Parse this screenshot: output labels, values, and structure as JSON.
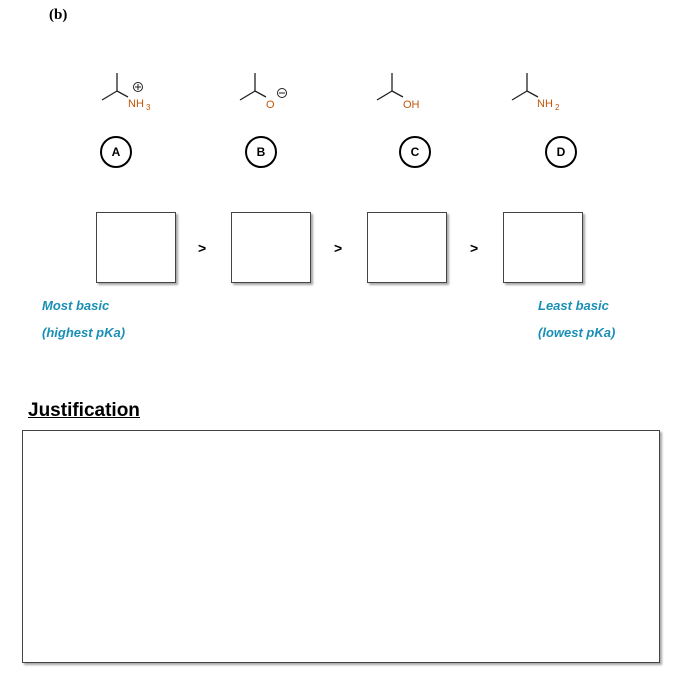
{
  "part_label": "(b)",
  "molecules": [
    {
      "letter": "A",
      "group_label": "NH",
      "group_sub": "3",
      "charge": "plus"
    },
    {
      "letter": "B",
      "group_label": "O",
      "group_sub": "",
      "charge": "minus"
    },
    {
      "letter": "C",
      "group_label": "OH",
      "group_sub": "",
      "charge": ""
    },
    {
      "letter": "D",
      "group_label": "NH",
      "group_sub": "2",
      "charge": ""
    }
  ],
  "ranking": {
    "separator": ">",
    "most_basic_label": "Most basic",
    "most_basic_sub": "(highest pKa)",
    "least_basic_label": "Least basic",
    "least_basic_sub": "(lowest pKa)"
  },
  "justification": {
    "title": "Justification",
    "text": ""
  },
  "colors": {
    "atom_label": "#c0570a",
    "note_text": "#1a8fb5"
  }
}
